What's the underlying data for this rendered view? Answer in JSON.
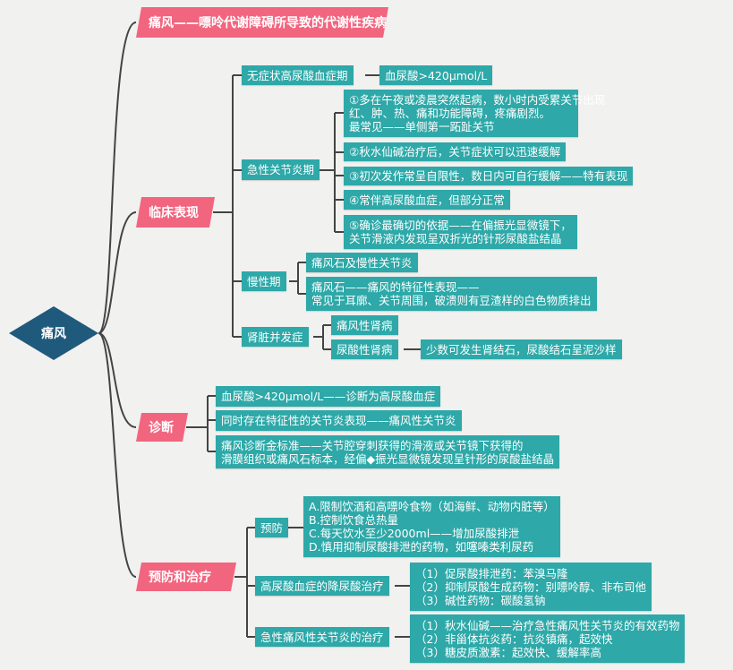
{
  "root": "痛风",
  "colors": {
    "pink": "#f2657f",
    "teal": "#2ea8a8",
    "root": "#1f5a7d",
    "line": "#444444"
  },
  "definition": "痛风——嘌呤代谢障碍所导致的代谢性疾病",
  "clinical": {
    "label": "临床表现",
    "asymptomatic": {
      "label": "无症状高尿酸血症期",
      "detail": "血尿酸>420μmol/L"
    },
    "acute": {
      "label": "急性关节炎期",
      "items": [
        "①多在午夜或凌晨突然起病，数小时内受累关节出现\n红、肿、热、痛和功能障碍，疼痛剧烈。\n最常见——单侧第一跖趾关节",
        "②秋水仙碱治疗后，关节症状可以迅速缓解",
        "③初次发作常呈自限性，数日内可自行缓解——特有表现",
        "④常伴高尿酸血症，但部分正常",
        "⑤确诊最确切的依据——在偏振光显微镜下，\n关节滑液内发现呈双折光的针形尿酸盐结晶"
      ]
    },
    "chronic": {
      "label": "慢性期",
      "items": [
        "痛风石及慢性关节炎",
        "痛风石——痛风的特征性表现——\n常见于耳廓、关节周围，破溃则有豆渣样的白色物质排出"
      ]
    },
    "renal": {
      "label": "肾脏并发症",
      "items": [
        "痛风性肾病",
        "尿酸性肾病"
      ],
      "uric_detail": "少数可发生肾结石，尿酸结石呈泥沙样"
    }
  },
  "diagnosis": {
    "label": "诊断",
    "items": [
      "血尿酸>420μmol/L——诊断为高尿酸血症",
      "同时存在特征性的关节炎表现——痛风性关节炎",
      "痛风诊断金标准——关节腔穿刺获得的滑液或关节镜下获得的\n滑膜组织或痛风石标本，经偏◆振光显微镜发现呈针形的尿酸盐结晶"
    ]
  },
  "treatment": {
    "label": "预防和治疗",
    "prevention": {
      "label": "预防",
      "detail": "A.限制饮酒和高嘌呤食物（如海鲜、动物内脏等）\nB.控制饮食总热量\nC.每天饮水至少2000ml——增加尿酸排泄\nD.慎用抑制尿酸排泄的药物，如噻嗪类利尿药"
    },
    "urate": {
      "label": "高尿酸血症的降尿酸治疗",
      "detail": "（1）促尿酸排泄药：苯溴马隆\n（2）抑制尿酸生成药物：别嘌呤醇、非布司他\n（3）碱性药物：碳酸氢钠"
    },
    "acute": {
      "label": "急性痛风性关节炎的治疗",
      "detail": "（1）秋水仙碱——治疗急性痛风性关节炎的有效药物\n（2）非甾体抗炎药：抗炎镇痛，起效快\n（3）糖皮质激素：起效快、缓解率高"
    }
  }
}
